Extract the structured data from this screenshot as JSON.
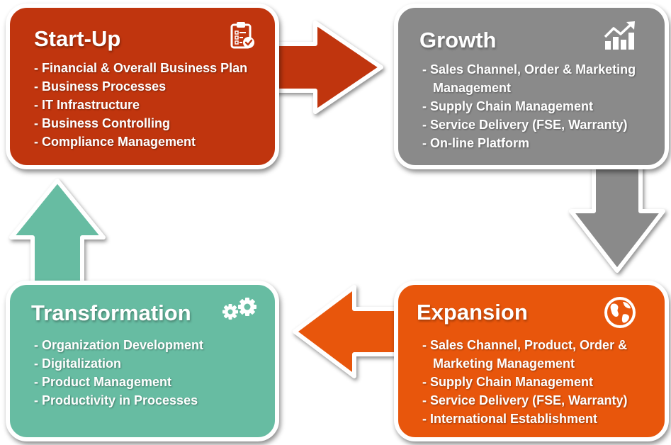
{
  "stages": {
    "startup": {
      "title": "Start-Up",
      "icon": "clipboard-checklist-icon",
      "color": "#c0350e",
      "items": [
        "Financial & Overall Business Plan",
        "Business Processes",
        "IT Infrastructure",
        "Business Controlling",
        "Compliance Management"
      ]
    },
    "growth": {
      "title": "Growth",
      "icon": "growth-chart-icon",
      "color": "#8a8a8a",
      "items": [
        "Sales Channel, Order & Marketing Management",
        "Supply Chain Management",
        "Service Delivery (FSE, Warranty)",
        "On-line Platform"
      ]
    },
    "expansion": {
      "title": "Expansion",
      "icon": "globe-icon",
      "color": "#e8560c",
      "items": [
        "Sales Channel, Product, Order & Marketing Management",
        "Supply Chain Management",
        "Service Delivery (FSE, Warranty)",
        "International Establishment"
      ]
    },
    "transformation": {
      "title": "Transformation",
      "icon": "gears-icon",
      "color": "#67bca2",
      "items": [
        "Organization Development",
        "Digitalization",
        "Product Management",
        "Productivity in Processes"
      ]
    }
  },
  "arrows": [
    {
      "from": "Start-Up",
      "to": "Growth",
      "direction": "right",
      "color": "#c0350e"
    },
    {
      "from": "Growth",
      "to": "Expansion",
      "direction": "down",
      "color": "#8a8a8a"
    },
    {
      "from": "Expansion",
      "to": "Transformation",
      "direction": "left",
      "color": "#e8560c"
    },
    {
      "from": "Transformation",
      "to": "Start-Up",
      "direction": "up",
      "color": "#67bca2"
    }
  ]
}
